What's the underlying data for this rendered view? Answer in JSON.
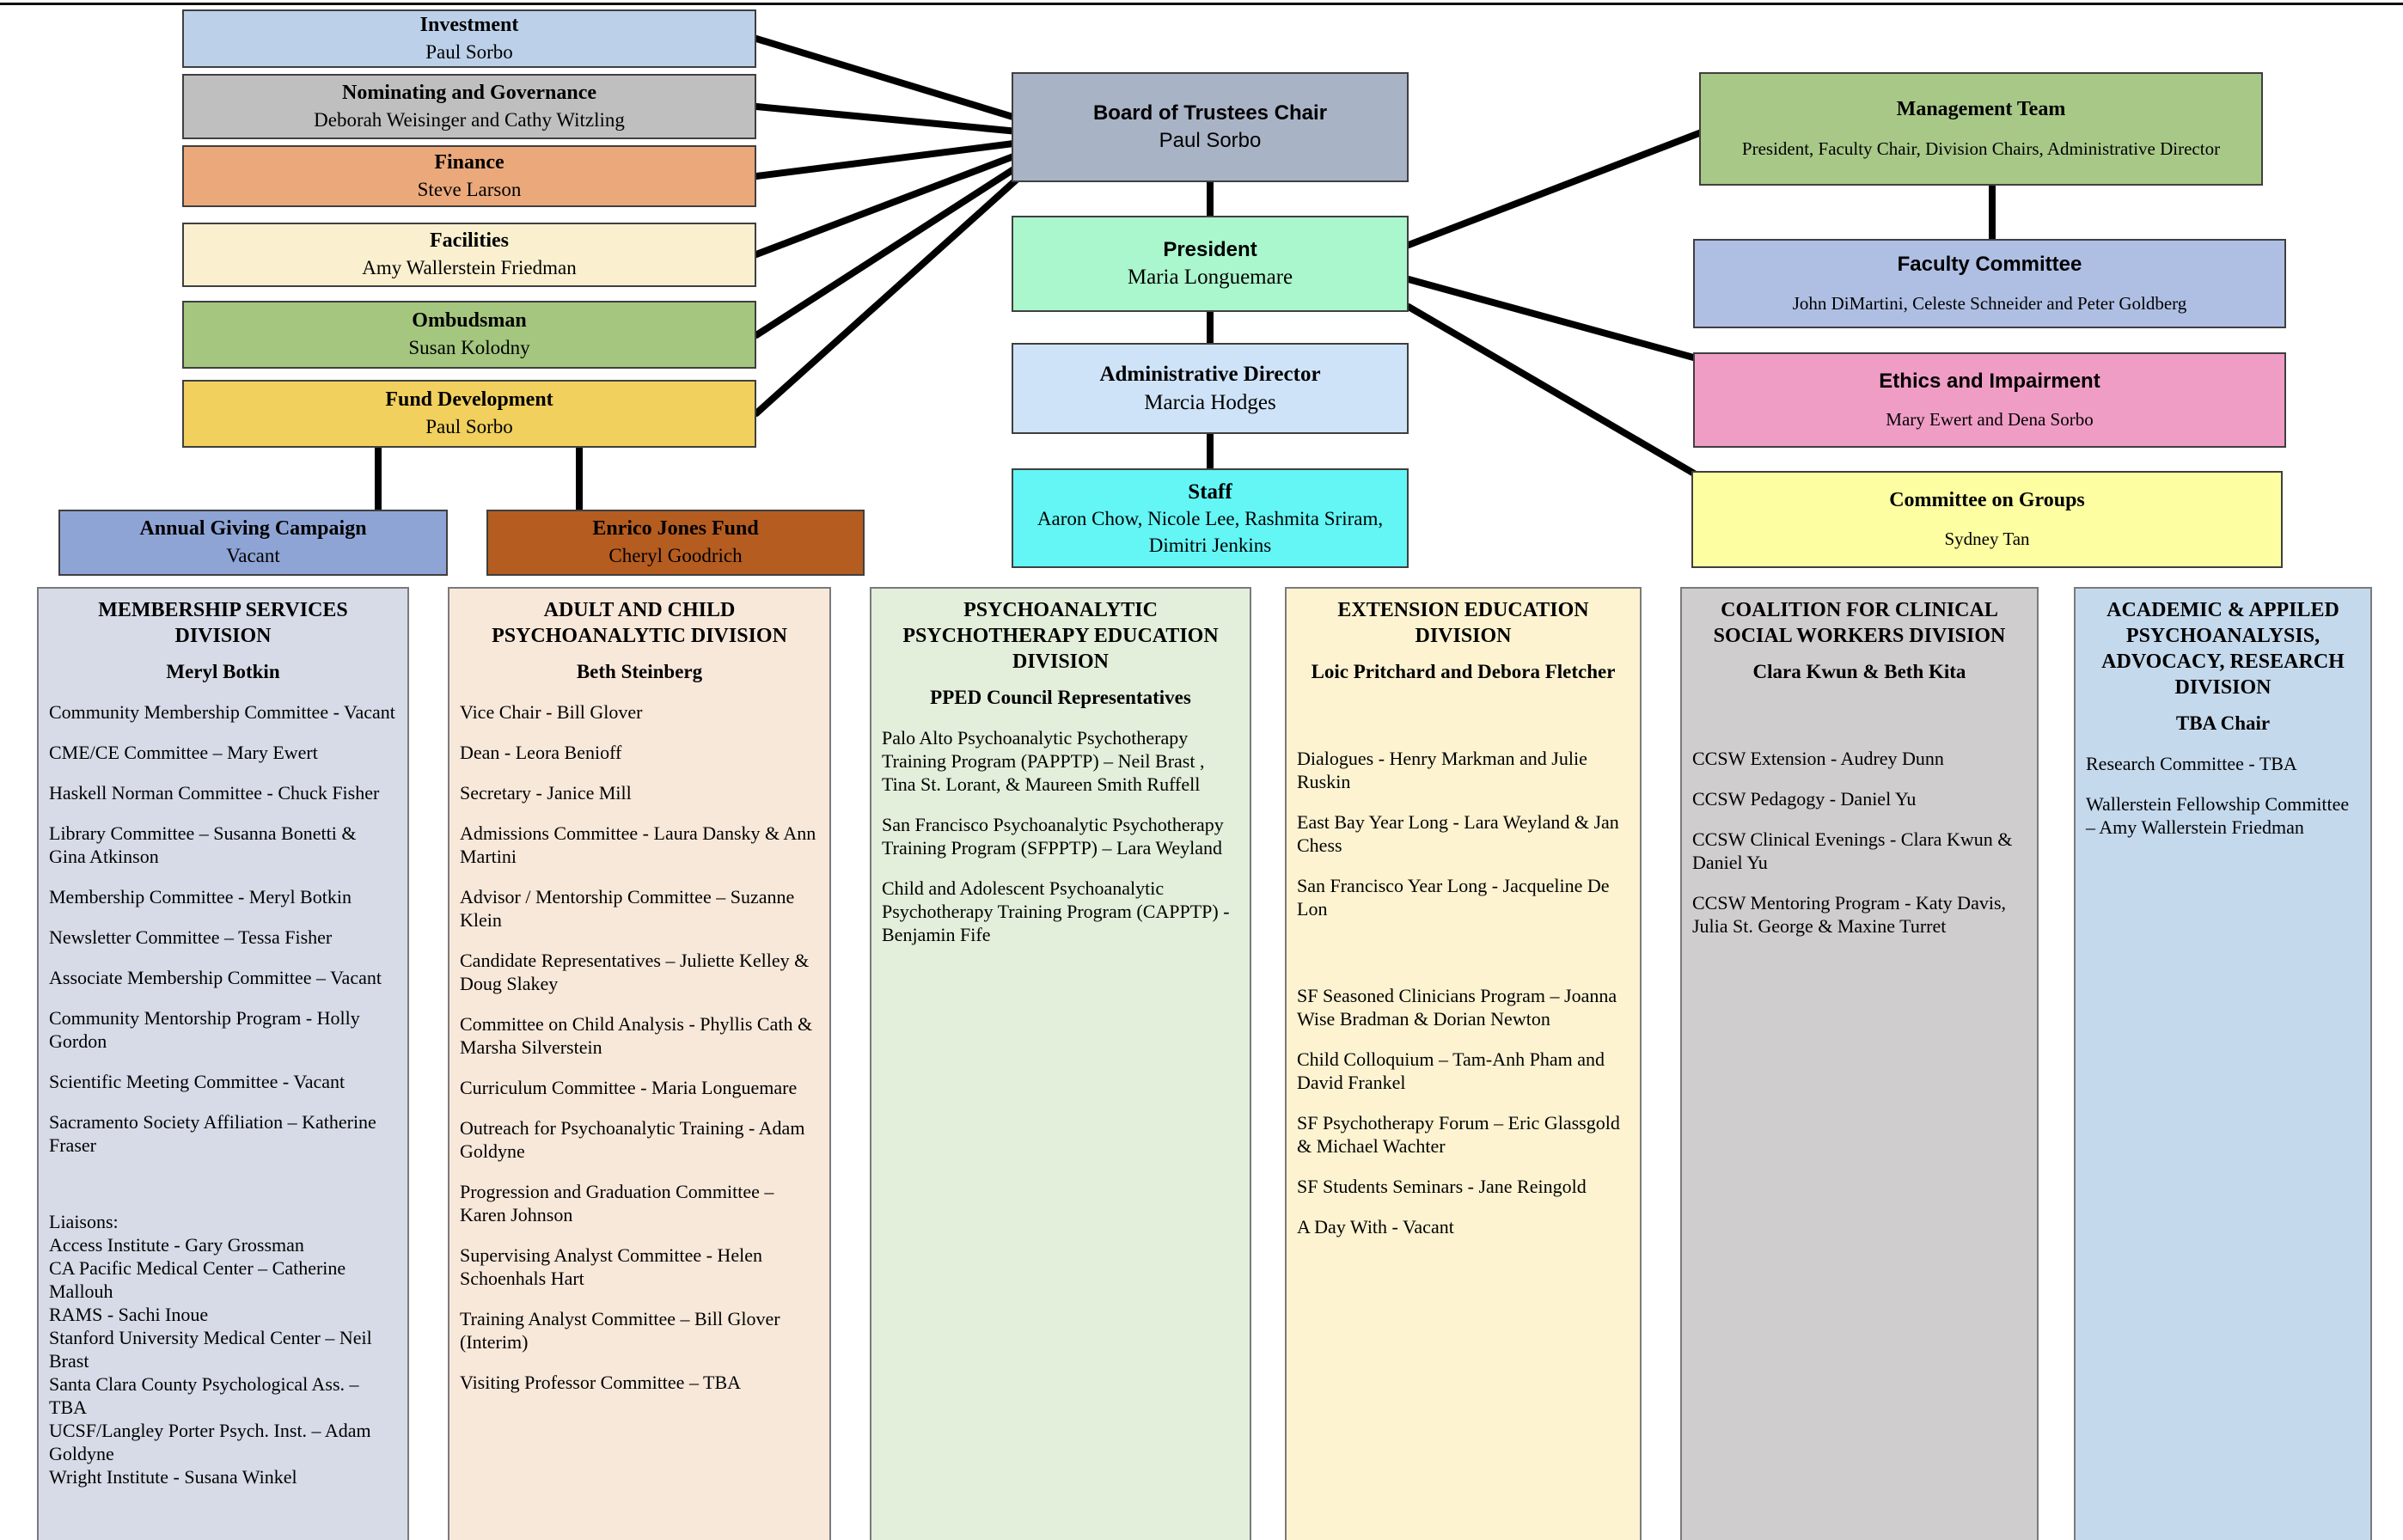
{
  "left_stack": [
    {
      "title": "Investment",
      "name": "Paul Sorbo",
      "bg": "#bcd1e9"
    },
    {
      "title": "Nominating and Governance",
      "name": "Deborah Weisinger and Cathy Witzling",
      "bg": "#bfbfbf"
    },
    {
      "title": "Finance",
      "name": "Steve Larson",
      "bg": "#eba97b"
    },
    {
      "title": "Facilities",
      "name": "Amy Wallerstein Friedman",
      "bg": "#faf0d0"
    },
    {
      "title": "Ombudsman",
      "name": "Susan Kolodny",
      "bg": "#a4c67f"
    },
    {
      "title": "Fund Development",
      "name": "Paul Sorbo",
      "bg": "#f1d05e"
    }
  ],
  "fund_children": [
    {
      "title": "Annual Giving Campaign",
      "name": "Vacant",
      "bg": "#8ea4d5"
    },
    {
      "title": "Enrico Jones Fund",
      "name": "Cheryl Goodrich",
      "bg": "#b55c20"
    }
  ],
  "center_stack": [
    {
      "title": "Board of Trustees Chair",
      "name": "Paul Sorbo",
      "bg": "#a9b3c6"
    },
    {
      "title": "President",
      "name": "Maria Longuemare",
      "bg": "#aaf7cd"
    },
    {
      "title": "Administrative Director",
      "name": "Marcia Hodges",
      "bg": "#cfe3f8"
    },
    {
      "title": "Staff",
      "name": "Aaron Chow, Nicole Lee, Rashmita Sriram, Dimitri Jenkins",
      "bg": "#63f6f5"
    }
  ],
  "right_stack": [
    {
      "title": "Management Team",
      "name": "President, Faculty Chair, Division Chairs, Administrative Director",
      "bg": "#a8c888"
    },
    {
      "title": "Faculty Committee",
      "name": "John DiMartini, Celeste Schneider and Peter Goldberg",
      "bg": "#afbfe3"
    },
    {
      "title": "Ethics and Impairment",
      "name": "Mary Ewert and Dena Sorbo",
      "bg": "#f09dc6"
    },
    {
      "title": "Committee on Groups",
      "name": "Sydney Tan",
      "bg": "#fdfda2"
    }
  ],
  "divisions": [
    {
      "title": "MEMBERSHIP SERVICES DIVISION",
      "leader": "Meryl Botkin",
      "bg": "#d6dbe7",
      "items": [
        "Community Membership Committee - Vacant",
        "CME/CE Committee – Mary Ewert",
        "Haskell Norman Committee -  Chuck Fisher",
        "Library Committee – Susanna Bonetti & Gina Atkinson",
        "Membership Committee - Meryl Botkin",
        "Newsletter Committee – Tessa Fisher",
        "Associate Membership Committee – Vacant",
        "Community Mentorship Program - Holly Gordon",
        "Scientific Meeting Committee  - Vacant",
        "Sacramento Society Affiliation – Katherine Fraser",
        "",
        "Liaisons:\nAccess Institute - Gary Grossman\nCA Pacific Medical Center – Catherine Mallouh\nRAMS - Sachi Inoue\nStanford University Medical Center – Neil Brast\nSanta Clara County Psychological Ass. – TBA\nUCSF/Langley Porter Psych. Inst.  – Adam Goldyne\nWright Institute - Susana Winkel"
      ]
    },
    {
      "title": "ADULT AND CHILD\nPSYCHOANALYTIC DIVISION",
      "leader": "Beth Steinberg",
      "bg": "#f8e8da",
      "items": [
        "Vice Chair  - Bill Glover",
        "Dean  - Leora Benioff",
        "Secretary  - Janice Mill",
        "Admissions Committee - Laura Dansky & Ann Martini",
        "Advisor / Mentorship Committee – Suzanne Klein",
        "Candidate Representatives – Juliette Kelley & Doug Slakey",
        "Committee on Child Analysis - Phyllis Cath & Marsha Silverstein",
        "Curriculum Committee - Maria Longuemare",
        "Outreach for Psychoanalytic Training - Adam Goldyne",
        "Progression and Graduation Committee – Karen Johnson",
        "Supervising Analyst Committee - Helen Schoenhals Hart",
        "Training Analyst Committee – Bill Glover (Interim)",
        "Visiting Professor Committee – TBA"
      ]
    },
    {
      "title": "PSYCHOANALYTIC\nPSYCHOTHERAPY EDUCATION\nDIVISION",
      "leader": "PPED Council Representatives",
      "bg": "#e3eedb",
      "items": [
        "Palo Alto Psychoanalytic Psychotherapy Training Program (PAPPTP) – Neil Brast , Tina St. Lorant, & Maureen Smith Ruffell",
        "San Francisco Psychoanalytic Psychotherapy Training Program (SFPPTP) – Lara Weyland",
        "Child and Adolescent Psychoanalytic Psychotherapy Training Program (CAPPTP) - Benjamin Fife"
      ]
    },
    {
      "title": "EXTENSION EDUCATION\nDIVISION",
      "leader": "Loic Pritchard and Debora Fletcher",
      "bg": "#fdf3d1",
      "items": [
        "",
        "Dialogues  - Henry Markman and Julie Ruskin",
        "East Bay Year Long -  Lara Weyland & Jan Chess",
        "San Francisco Year Long - Jacqueline De Lon",
        "",
        "SF Seasoned Clinicians Program – Joanna Wise Bradman & Dorian Newton",
        "Child Colloquium – Tam-Anh Pham and David Frankel",
        "SF Psychotherapy Forum – Eric Glassgold & Michael Wachter",
        "SF Students Seminars - Jane Reingold",
        "A Day With - Vacant"
      ]
    },
    {
      "title": "COALITION FOR CLINICAL\nSOCIAL WORKERS DIVISION",
      "leader": "Clara Kwun & Beth Kita",
      "bg": "#cfcdce",
      "items": [
        "",
        "CCSW Extension - Audrey Dunn",
        "CCSW Pedagogy - Daniel Yu",
        "CCSW Clinical Evenings - Clara Kwun & Daniel Yu",
        "CCSW Mentoring Program - Katy Davis, Julia St. George & Maxine Turret"
      ]
    },
    {
      "title": "ACADEMIC & APPILED\nPSYCHOANALYSIS,\nADVOCACY, RESEARCH\nDIVISION",
      "leader": "TBA Chair",
      "bg": "#c5d9ed",
      "items": [
        "Research Committee  - TBA",
        "Wallerstein Fellowship Committee – Amy Wallerstein Friedman"
      ]
    }
  ]
}
